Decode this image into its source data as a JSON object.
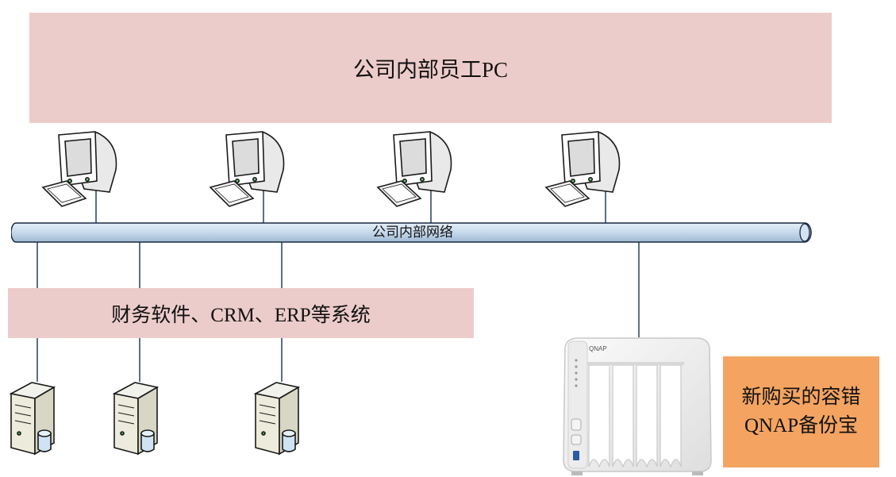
{
  "top_box": {
    "label": "公司内部员工PC"
  },
  "network": {
    "label": "公司内部网络"
  },
  "software_box": {
    "label": "财务软件、CRM、ERP等系统"
  },
  "nas": {
    "label_line1": "新购买的容错",
    "label_line2": "QNAP备份宝",
    "brand": "QNAP"
  },
  "colors": {
    "box_fill": "#ecccca",
    "nas_label_fill": "#f4a460",
    "pipe": "#c6d9ec"
  }
}
